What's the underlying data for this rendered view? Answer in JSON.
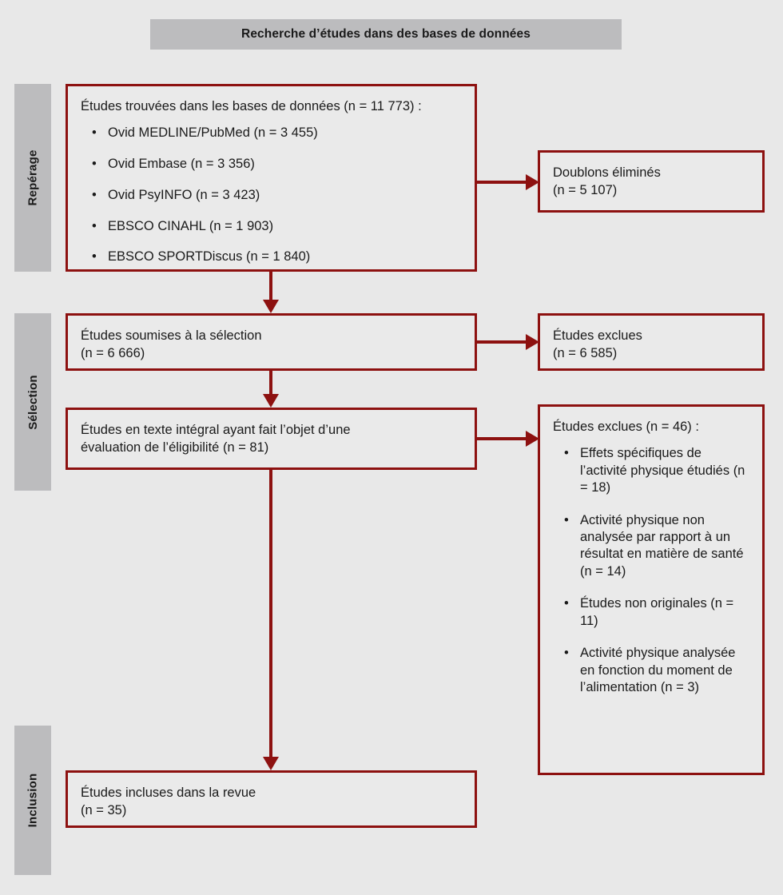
{
  "header": {
    "title": "Recherche d’études dans des bases de données"
  },
  "stages": [
    {
      "key": "identification",
      "label": "Repérage"
    },
    {
      "key": "screening",
      "label": "Sélection"
    },
    {
      "key": "inclusion",
      "label": "Inclusion"
    }
  ],
  "boxes": {
    "identification": {
      "heading": "Études trouvées dans les bases de données (n = 11 773) :",
      "bullet": "•",
      "items": [
        "Ovid MEDLINE/PubMed (n = 3 455)",
        "Ovid Embase (n = 3 356)",
        "Ovid PsyINFO (n = 3 423)",
        "EBSCO CINAHL (n = 1 903)",
        "EBSCO SPORTDiscus (n = 1 840)"
      ]
    },
    "duplicates": {
      "line1": "Doublons éliminés",
      "line2": "(n = 5 107)"
    },
    "screened": {
      "line1": "Études soumises à la sélection",
      "line2": "(n = 6 666)"
    },
    "excluded_screening": {
      "line1": "Études exclues",
      "line2": "(n = 6 585)"
    },
    "eligibility": {
      "line1": "Études en texte intégral ayant fait l’objet d’une",
      "line2": "évaluation de l’éligibilité (n = 81)"
    },
    "excluded_fulltext": {
      "heading": "Études exclues (n = 46) :",
      "bullet": "•",
      "items": [
        "Effets spécifiques de l’activité physique étudiés (n = 18)",
        "Activité physique non analysée par rapport à un résultat en matière de santé (n = 14)",
        "Études non originales (n = 11)",
        "Activité physique analysée en fonction du moment de l’alimentation (n = 3)"
      ]
    },
    "included": {
      "line1": "Études incluses dans la revue",
      "line2": "(n = 35)"
    }
  },
  "colors": {
    "background": "#e8e8e8",
    "band": "#bcbcbe",
    "box_fill": "#eaeaea",
    "box_border": "#8d1110",
    "arrow": "#8d1110",
    "text": "#1a1a1a"
  }
}
